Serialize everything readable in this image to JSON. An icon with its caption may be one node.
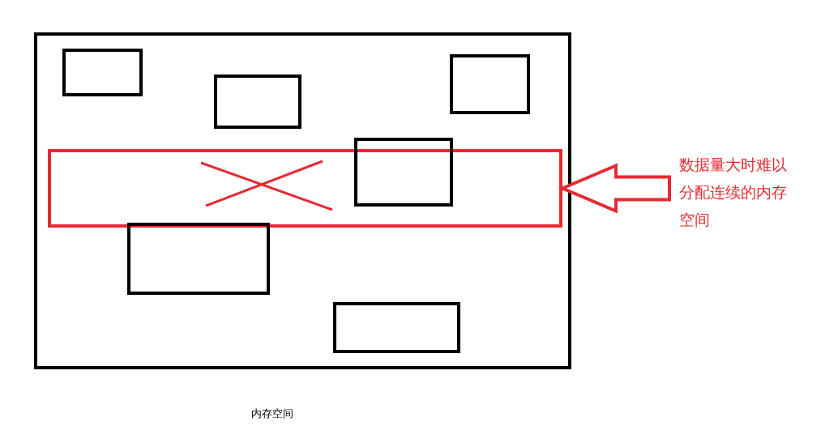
{
  "diagram": {
    "nodes": [
      {
        "text": [
          "内存空间"
        ]
      },
      {
        "text": [],
        "shape": "box",
        "in": 0
      },
      {
        "text": [],
        "shape": "box",
        "in": 0
      },
      {
        "text": [],
        "shape": "box",
        "in": 0
      },
      {
        "text": [],
        "shape": "box",
        "in": 0
      },
      {
        "text": [],
        "shape": "box",
        "in": 0
      },
      {
        "text": [],
        "shape": "box",
        "in": 0
      },
      {
        "text": [],
        "shape": "box",
        "in": 0
      },
      {
        "text": [
          "数据量大时难以分配连续的内存空间"
        ]
      }
    ],
    "edges": [
      {
        "from": 8,
        "to": 4,
        "arrow": "to"
      }
    ]
  }
}
